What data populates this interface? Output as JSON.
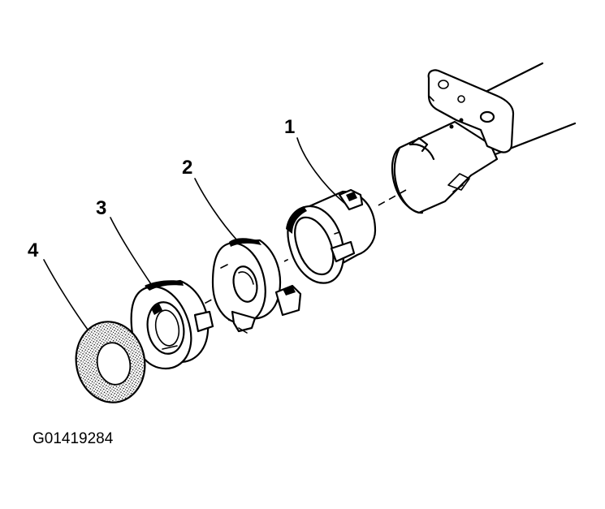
{
  "diagram": {
    "callouts": [
      {
        "id": "1",
        "label": "1"
      },
      {
        "id": "2",
        "label": "2"
      },
      {
        "id": "3",
        "label": "3"
      },
      {
        "id": "4",
        "label": "4"
      }
    ],
    "figure_id": "G01419284"
  }
}
